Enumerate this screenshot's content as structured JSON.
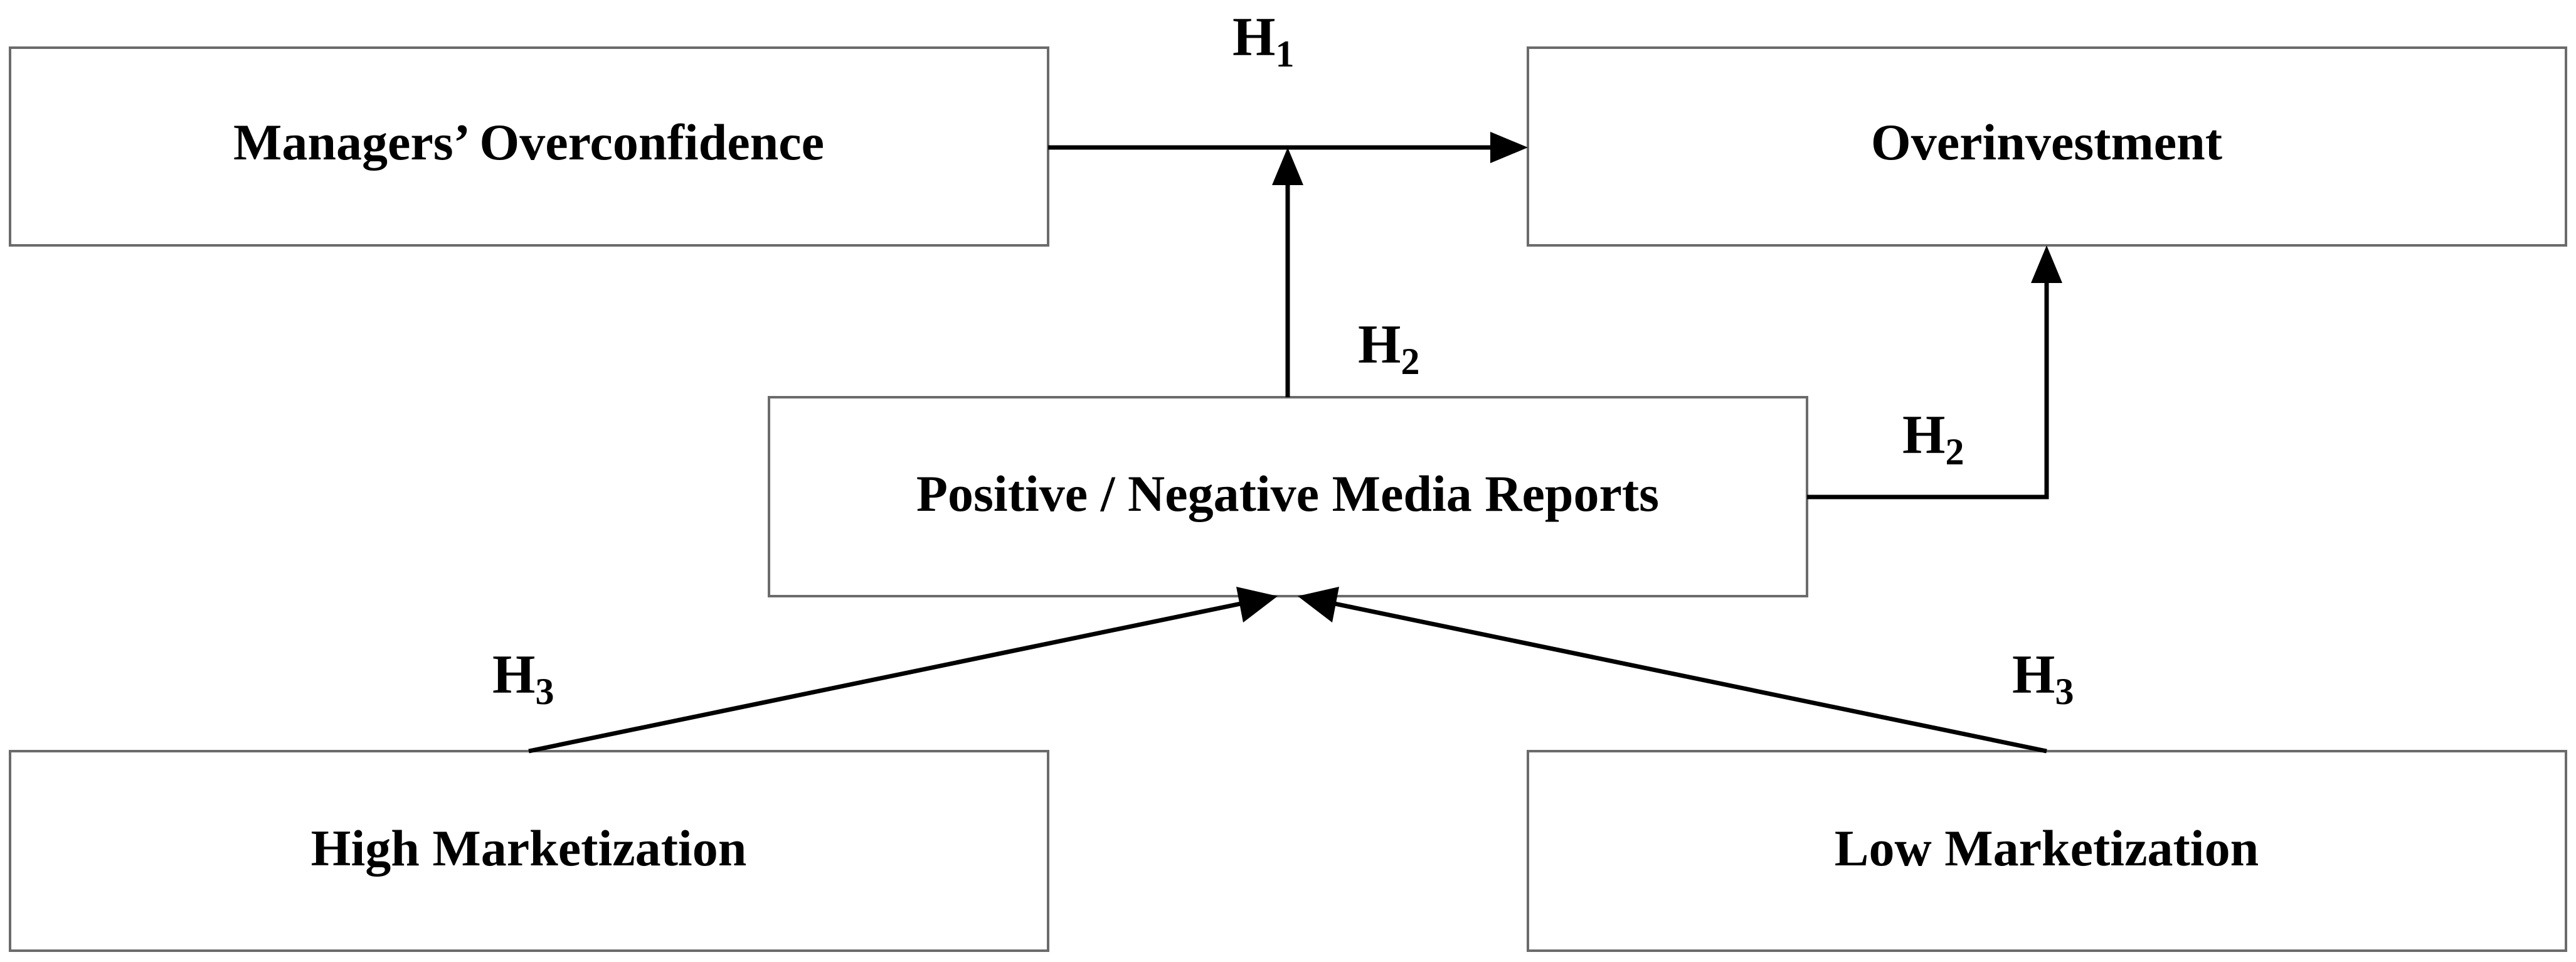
{
  "nodes": {
    "overconfidence": {
      "label": "Managers’ Overconfidence"
    },
    "overinvestment": {
      "label": "Overinvestment"
    },
    "media": {
      "label": "Positive / Negative Media Reports"
    },
    "high_market": {
      "label": "High Marketization"
    },
    "low_market": {
      "label": "Low Marketization"
    }
  },
  "hypotheses": {
    "h1": {
      "letter": "H",
      "sub": "1"
    },
    "h2_moderation": {
      "letter": "H",
      "sub": "2"
    },
    "h2_direct": {
      "letter": "H",
      "sub": "2"
    },
    "h3_high": {
      "letter": "H",
      "sub": "3"
    },
    "h3_low": {
      "letter": "H",
      "sub": "3"
    }
  }
}
